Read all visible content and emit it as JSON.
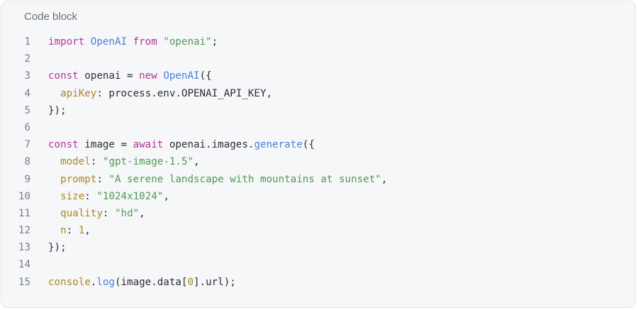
{
  "card": {
    "title": "Code block"
  },
  "colors": {
    "background": "#f6f7f9",
    "border": "#e3e5e8",
    "keyword": "#b5359a",
    "function": "#4a80d9",
    "string": "#4e9a50",
    "property": "#b08620",
    "line_number": "#7a7e84",
    "text": "#2b2e33"
  },
  "code": {
    "language": "javascript",
    "lines": [
      {
        "n": "1",
        "tokens": [
          {
            "t": "kw",
            "v": "import"
          },
          {
            "t": "plain",
            "v": " "
          },
          {
            "t": "fn",
            "v": "OpenAI"
          },
          {
            "t": "plain",
            "v": " "
          },
          {
            "t": "kw",
            "v": "from"
          },
          {
            "t": "plain",
            "v": " "
          },
          {
            "t": "str",
            "v": "\"openai\""
          },
          {
            "t": "plain",
            "v": ";"
          }
        ]
      },
      {
        "n": "2",
        "tokens": []
      },
      {
        "n": "3",
        "tokens": [
          {
            "t": "kw",
            "v": "const"
          },
          {
            "t": "plain",
            "v": " openai = "
          },
          {
            "t": "kw",
            "v": "new"
          },
          {
            "t": "plain",
            "v": " "
          },
          {
            "t": "fn",
            "v": "OpenAI"
          },
          {
            "t": "plain",
            "v": "({"
          }
        ]
      },
      {
        "n": "4",
        "tokens": [
          {
            "t": "plain",
            "v": "  "
          },
          {
            "t": "prop",
            "v": "apiKey"
          },
          {
            "t": "plain",
            "v": ": process.env.OPENAI_API_KEY,"
          }
        ]
      },
      {
        "n": "5",
        "tokens": [
          {
            "t": "plain",
            "v": "});"
          }
        ]
      },
      {
        "n": "6",
        "tokens": []
      },
      {
        "n": "7",
        "tokens": [
          {
            "t": "kw",
            "v": "const"
          },
          {
            "t": "plain",
            "v": " image = "
          },
          {
            "t": "kw",
            "v": "await"
          },
          {
            "t": "plain",
            "v": " openai.images."
          },
          {
            "t": "fn",
            "v": "generate"
          },
          {
            "t": "plain",
            "v": "({"
          }
        ]
      },
      {
        "n": "8",
        "tokens": [
          {
            "t": "plain",
            "v": "  "
          },
          {
            "t": "prop",
            "v": "model"
          },
          {
            "t": "plain",
            "v": ": "
          },
          {
            "t": "str",
            "v": "\"gpt-image-1.5\""
          },
          {
            "t": "plain",
            "v": ","
          }
        ]
      },
      {
        "n": "9",
        "tokens": [
          {
            "t": "plain",
            "v": "  "
          },
          {
            "t": "prop",
            "v": "prompt"
          },
          {
            "t": "plain",
            "v": ": "
          },
          {
            "t": "str",
            "v": "\"A serene landscape with mountains at sunset\""
          },
          {
            "t": "plain",
            "v": ","
          }
        ]
      },
      {
        "n": "10",
        "tokens": [
          {
            "t": "plain",
            "v": "  "
          },
          {
            "t": "prop",
            "v": "size"
          },
          {
            "t": "plain",
            "v": ": "
          },
          {
            "t": "str",
            "v": "\"1024x1024\""
          },
          {
            "t": "plain",
            "v": ","
          }
        ]
      },
      {
        "n": "11",
        "tokens": [
          {
            "t": "plain",
            "v": "  "
          },
          {
            "t": "prop",
            "v": "quality"
          },
          {
            "t": "plain",
            "v": ": "
          },
          {
            "t": "str",
            "v": "\"hd\""
          },
          {
            "t": "plain",
            "v": ","
          }
        ]
      },
      {
        "n": "12",
        "tokens": [
          {
            "t": "plain",
            "v": "  "
          },
          {
            "t": "prop",
            "v": "n"
          },
          {
            "t": "plain",
            "v": ": "
          },
          {
            "t": "num",
            "v": "1"
          },
          {
            "t": "plain",
            "v": ","
          }
        ]
      },
      {
        "n": "13",
        "tokens": [
          {
            "t": "plain",
            "v": "});"
          }
        ]
      },
      {
        "n": "14",
        "tokens": []
      },
      {
        "n": "15",
        "tokens": [
          {
            "t": "prop",
            "v": "console"
          },
          {
            "t": "plain",
            "v": "."
          },
          {
            "t": "fn",
            "v": "log"
          },
          {
            "t": "plain",
            "v": "(image.data["
          },
          {
            "t": "num",
            "v": "0"
          },
          {
            "t": "plain",
            "v": "].url);"
          }
        ]
      }
    ]
  }
}
